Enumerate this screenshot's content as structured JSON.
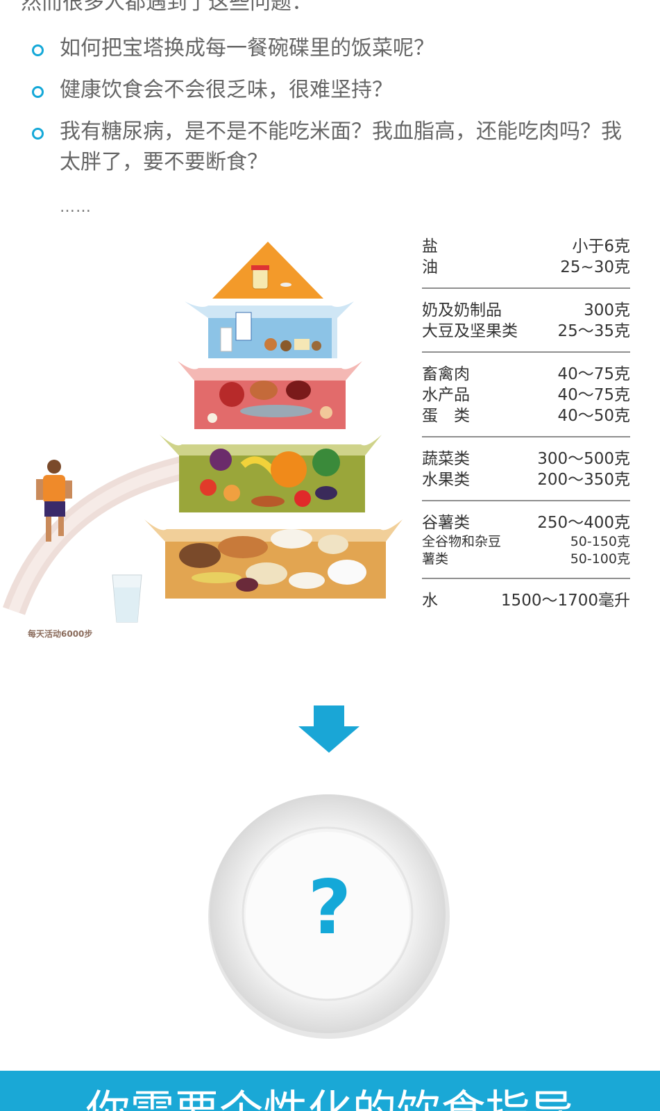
{
  "top_partial_text": "然而很多人都遇到了这些问题：",
  "questions": [
    "如何把宝塔换成每一餐碗碟里的饭菜呢？",
    "健康饮食会不会很乏味，很难坚持？",
    "我有糖尿病，是不是不能吃米面？我血脂高，还能吃肉吗？我太胖了，要不要断食？"
  ],
  "ellipsis": "……",
  "pyramid": {
    "activity_label": "每天活动6000步"
  },
  "ref_table": {
    "groups": [
      {
        "rows": [
          {
            "name": "盐",
            "value": "小于6克"
          },
          {
            "name": "油",
            "value": "25~30克"
          }
        ]
      },
      {
        "rows": [
          {
            "name": "奶及奶制品",
            "value": "300克"
          },
          {
            "name": "大豆及坚果类",
            "value": "25～35克"
          }
        ]
      },
      {
        "rows": [
          {
            "name": "畜禽肉",
            "value": "40～75克"
          },
          {
            "name": "水产品",
            "value": "40～75克"
          },
          {
            "name": "蛋　类",
            "value": "40～50克"
          }
        ]
      },
      {
        "rows": [
          {
            "name": "蔬菜类",
            "value": "300～500克"
          },
          {
            "name": "水果类",
            "value": "200～350克"
          }
        ]
      },
      {
        "rows": [
          {
            "name": "谷薯类",
            "value": "250～400克"
          }
        ],
        "sub_rows": [
          {
            "name": "全谷物和杂豆",
            "value": "50-150克"
          },
          {
            "name": "薯类",
            "value": "50-100克"
          }
        ]
      },
      {
        "rows": [
          {
            "name": "水",
            "value": "1500～1700毫升"
          }
        ]
      }
    ]
  },
  "plate": {
    "question_mark": "?"
  },
  "banner": {
    "text": "你需要个性化的饮食指导"
  },
  "colors": {
    "accent": "#14a8d8",
    "tier_top": "#f39a2a",
    "tier_dairy": "#8cc3e6",
    "tier_meat": "#e26b6b",
    "tier_veg": "#9aa63a",
    "tier_grain": "#e2a551"
  }
}
